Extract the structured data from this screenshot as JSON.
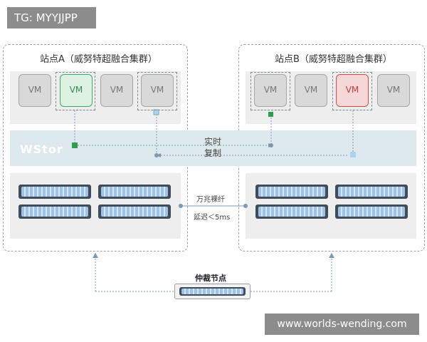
{
  "badges": {
    "tg": "TG: MYYJJPP",
    "url": "www.worlds-wending.com"
  },
  "site_a": {
    "title": "站点A（威努特超融合集群）",
    "vms": [
      "VM",
      "VM",
      "VM",
      "VM"
    ]
  },
  "site_b": {
    "title": "站点B（威努特超融合集群）",
    "vms": [
      "VM",
      "VM",
      "VM",
      "VM"
    ]
  },
  "wstor": {
    "label": "WStor"
  },
  "replication": {
    "line1": "实时",
    "line2": "复制"
  },
  "network": {
    "fiber": "万兆裸纤",
    "latency": "延迟＜5ms"
  },
  "arbiter": {
    "title": "仲裁节点"
  },
  "colors": {
    "vm_active": "#3fa86a",
    "vm_failed": "#d84b4b",
    "link": "#7d98b3",
    "wstor_band": "#dde9ec"
  }
}
